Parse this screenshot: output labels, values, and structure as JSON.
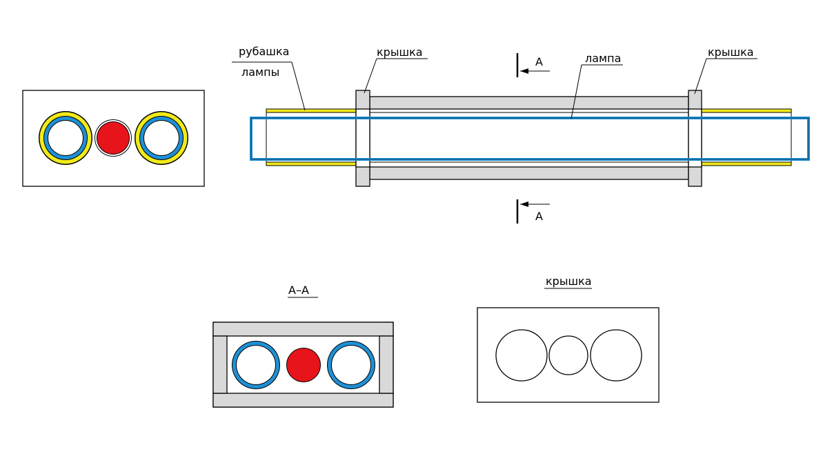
{
  "labels": {
    "jacket_line1": "рубашка",
    "jacket_line2": "лампы",
    "cover_left": "крышка",
    "cover_right": "крышка",
    "lamp": "лампа",
    "section_mark_top": "А",
    "section_mark_bottom": "А",
    "section_title": "А–А",
    "cover_view_title": "крышка"
  },
  "colors": {
    "lamp_blue": "#1e90d6",
    "jacket_yellow": "#f2ea1a",
    "red_element": "#e8141b",
    "gray_fill": "#d9d9d9",
    "outline": "#000000"
  }
}
